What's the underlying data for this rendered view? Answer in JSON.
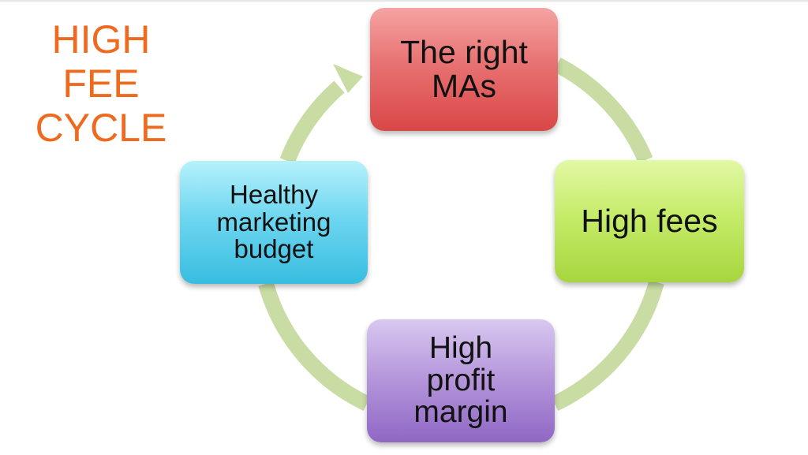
{
  "title": {
    "lines": [
      "HIGH",
      "FEE",
      "CYCLE"
    ],
    "color": "#ee6a1e"
  },
  "connector_color": "#c9dca4",
  "nodes": {
    "right_mas": {
      "lines": [
        "The right",
        "MAs"
      ]
    },
    "high_fees": {
      "lines": [
        "High fees"
      ]
    },
    "profit": {
      "lines": [
        "High",
        "profit",
        "margin"
      ]
    },
    "budget": {
      "lines": [
        "Healthy",
        "marketing",
        "budget"
      ]
    }
  }
}
